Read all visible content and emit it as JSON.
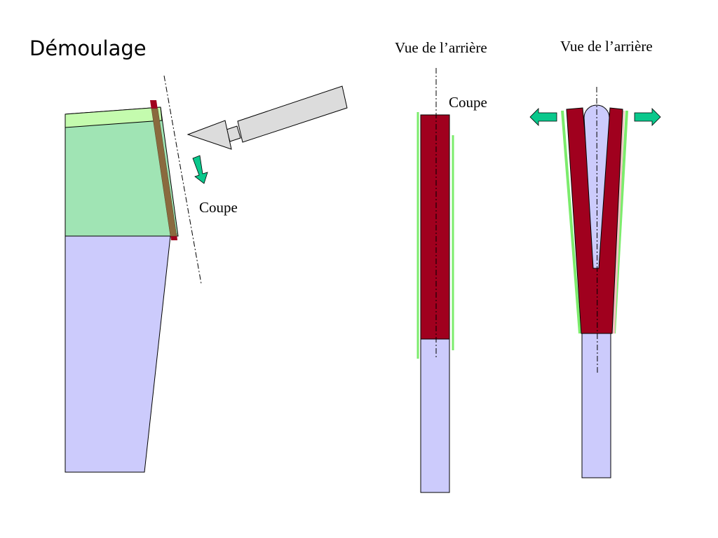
{
  "title": "Démoulage",
  "labels": {
    "view_back_1": "Vue de l’arrière",
    "view_back_2": "Vue de l’arrière",
    "cut_middle": "Coupe",
    "cut_left": "Coupe"
  },
  "colors": {
    "mold_green": "#a0e4b4",
    "mold_green_light": "#c4fbae",
    "body_lavender": "#cccbfc",
    "part_red": "#a0001e",
    "part_olive": "#8a6a3e",
    "edge_green": "#7cec6c",
    "edge_pink": "#f6c0c4",
    "arrow_teal": "#0ac88c",
    "tool_gray": "#dcdcdc"
  },
  "icons": {
    "cut_direction": "arrow-down-teal-icon",
    "spread_left": "arrow-left-teal-icon",
    "spread_right": "arrow-right-teal-icon",
    "cutter": "blade-tool-icon"
  }
}
